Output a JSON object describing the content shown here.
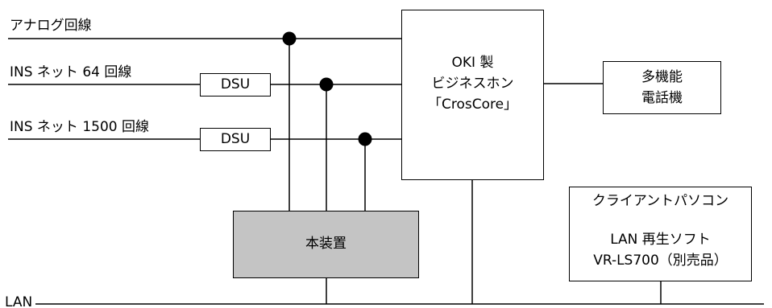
{
  "lines": {
    "analog": "アナログ回線",
    "ins64": "INS ネット 64 回線",
    "ins1500": "INS ネット 1500 回線",
    "lan": "LAN"
  },
  "boxes": {
    "dsu_top": "DSU",
    "dsu_bottom": "DSU",
    "phone_system": [
      "OKI 製",
      "ビジネスホン",
      "「CrosCore」"
    ],
    "multi_phone": [
      "多機能",
      "電話機"
    ],
    "device": "本装置",
    "client_pc": {
      "title": "クライアントパソコン",
      "software": "LAN 再生ソフト",
      "model": "VR-LS700（別売品）"
    }
  }
}
